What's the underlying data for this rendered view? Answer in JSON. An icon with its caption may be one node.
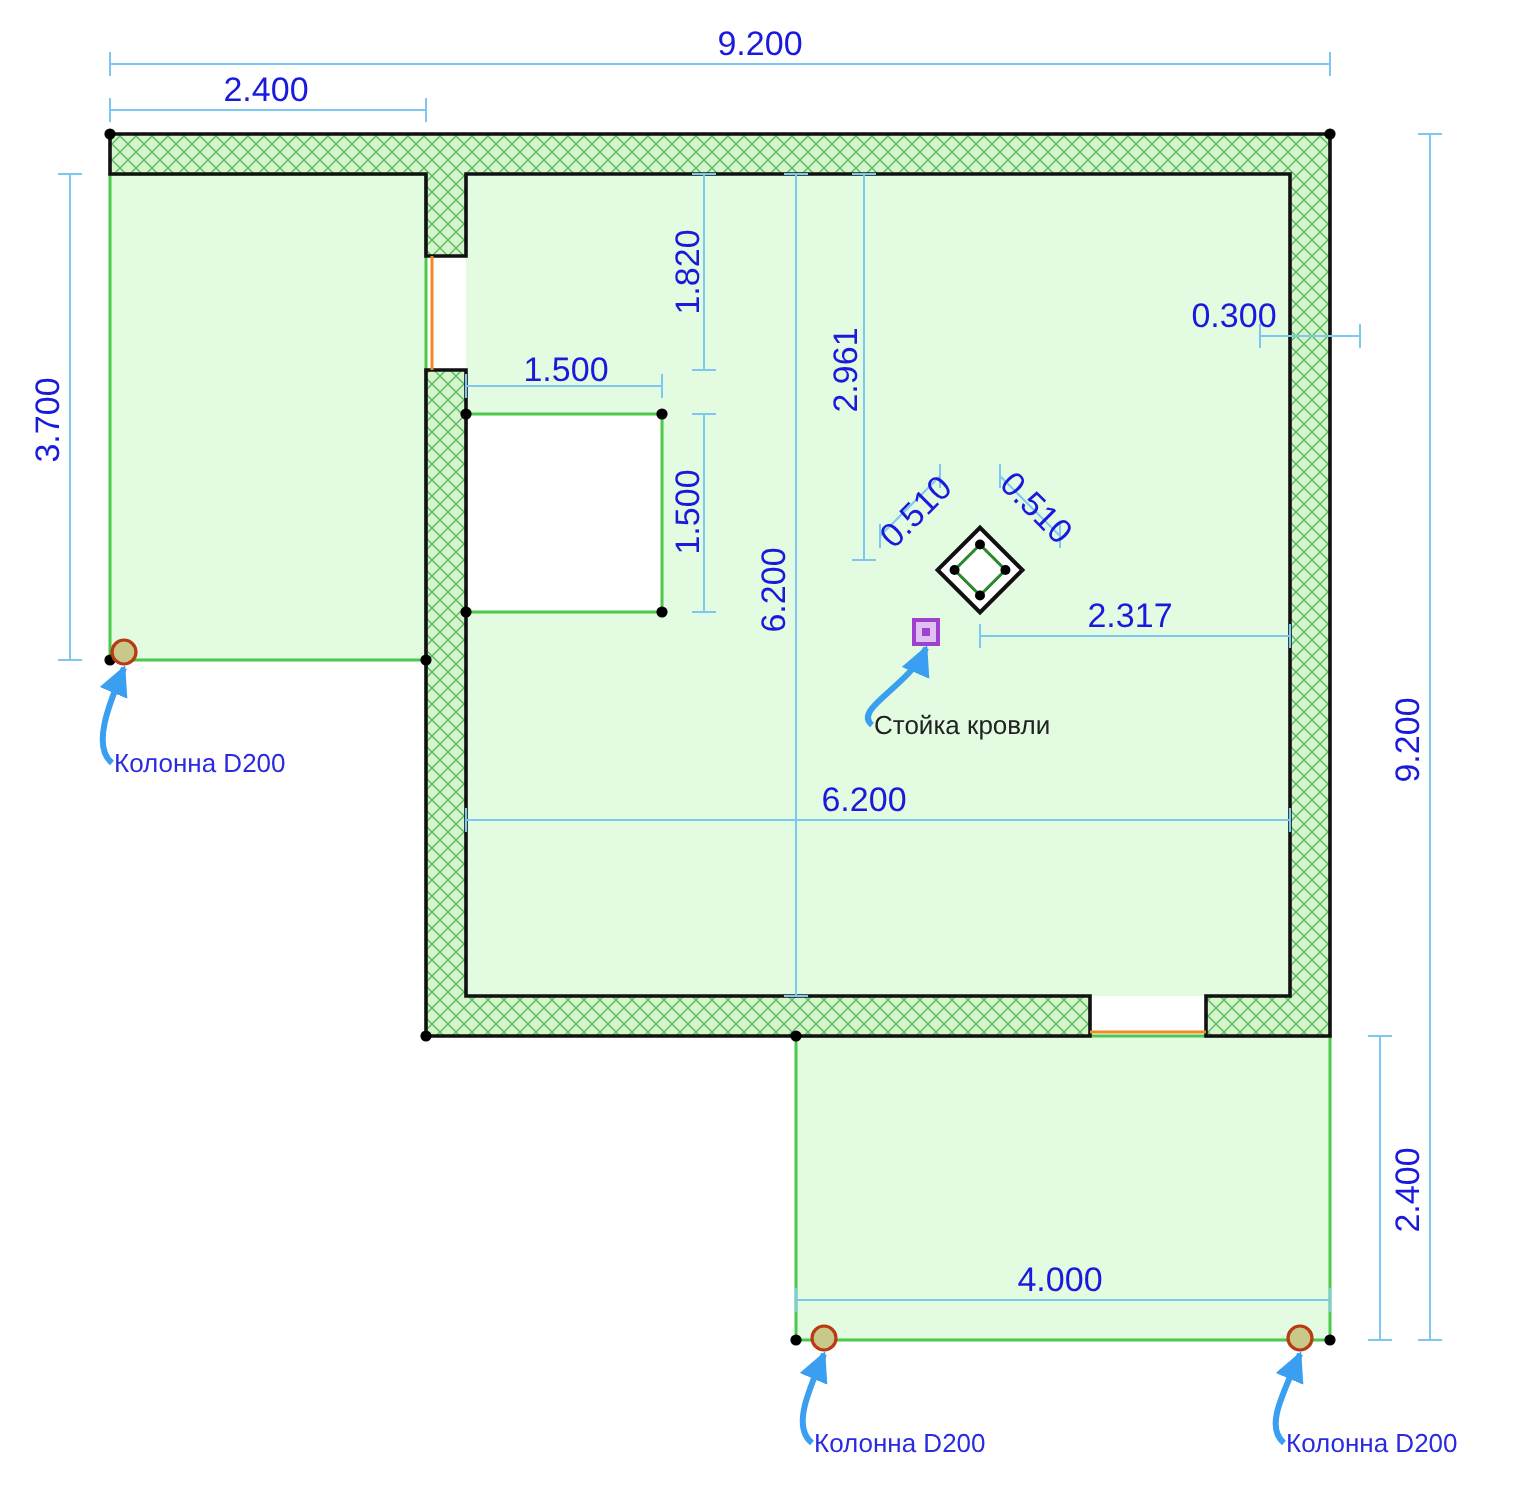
{
  "diagram": {
    "nodes": [
      {
        "text": [],
        "shape": "box"
      },
      {
        "text": [
          "Стойка кровли"
        ]
      },
      {
        "text": [],
        "shape": "circle"
      },
      {
        "text": [
          "Колонна D200"
        ]
      },
      {
        "text": [],
        "shape": "circle"
      },
      {
        "text": [],
        "shape": "circle"
      },
      {
        "text": [
          "Колонна D200"
        ]
      },
      {
        "text": [
          "Колонна D200"
        ]
      }
    ],
    "edges": [
      {
        "from": 1,
        "to": 0,
        "arrow": "to"
      },
      {
        "from": 3,
        "to": 2,
        "arrow": "to"
      },
      {
        "from": 6,
        "to": 4,
        "arrow": "to"
      },
      {
        "from": 7,
        "to": 5,
        "arrow": "to"
      }
    ],
    "labels": [
      "9.200",
      "2.400",
      "1.820",
      "0.300",
      "1.500",
      "2.961",
      "3.700",
      "0.510",
      "0.510",
      "1.500",
      "6.200",
      "2.317",
      "6.200",
      "9.200",
      "2.400",
      "4.000"
    ]
  }
}
